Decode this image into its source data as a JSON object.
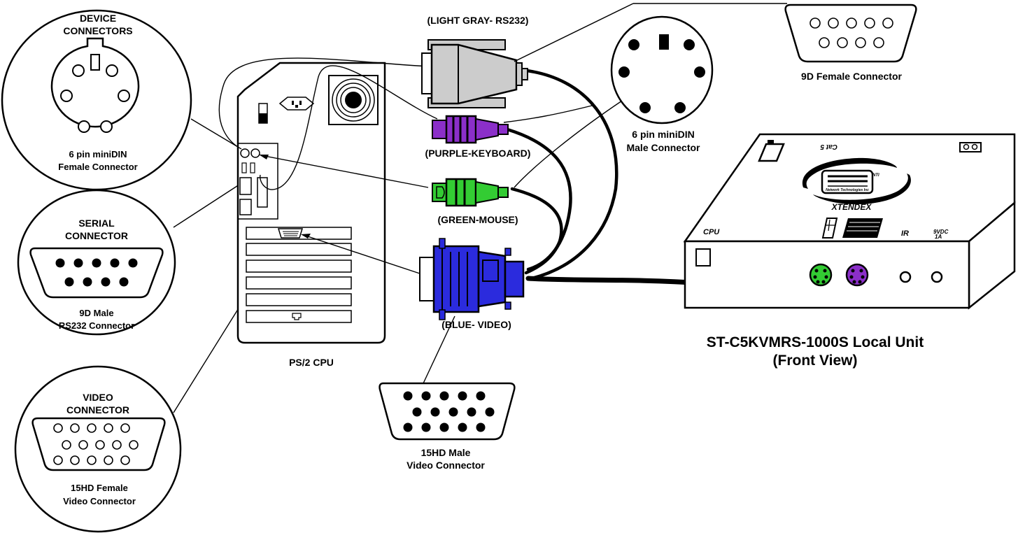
{
  "labels": {
    "device_connectors": [
      "DEVICE",
      "CONNECTORS"
    ],
    "mini_din_female": [
      "6 pin miniDIN",
      "Female Connector"
    ],
    "serial_connector": [
      "SERIAL",
      "CONNECTOR"
    ],
    "d9_male": [
      "9D Male",
      "RS232 Connector"
    ],
    "video_connector": [
      "VIDEO",
      "CONNECTOR"
    ],
    "hd15_female": [
      "15HD Female",
      "Video Connector"
    ],
    "ps2_cpu": "PS/2 CPU",
    "light_gray": "(LIGHT GRAY- RS232)",
    "purple_keyboard": "(PURPLE-KEYBOARD)",
    "green_mouse": "(GREEN-MOUSE)",
    "blue_video": "(BLUE- VIDEO)",
    "hd15_male": [
      "15HD Male",
      "Video Connector"
    ],
    "mini_din_male": [
      "6 pin miniDIN",
      "Male Connector"
    ],
    "d9_female": "9D Female Connector",
    "unit_title": [
      "ST-C5KVMRS-1000S Local Unit",
      "(Front View)"
    ],
    "unit_cat5": "Cat 5",
    "unit_brand": "XTENDEX",
    "unit_cpu": "CPU",
    "unit_ir": "IR",
    "unit_power": [
      "9VDC",
      "1A"
    ],
    "unit_logo": "Network Technologies Inc",
    "unit_logo_mark": "NTI"
  },
  "colors": {
    "purple": "#8b2fc9",
    "green": "#33cc33",
    "blue": "#2b2bdd",
    "light_gray": "#cccccc",
    "outline": "#000000"
  },
  "icons": [
    "power-socket-icon",
    "fan-icon",
    "power-switch-icon",
    "network-port-icon",
    "keyboard-icon",
    "mouse-icon"
  ]
}
